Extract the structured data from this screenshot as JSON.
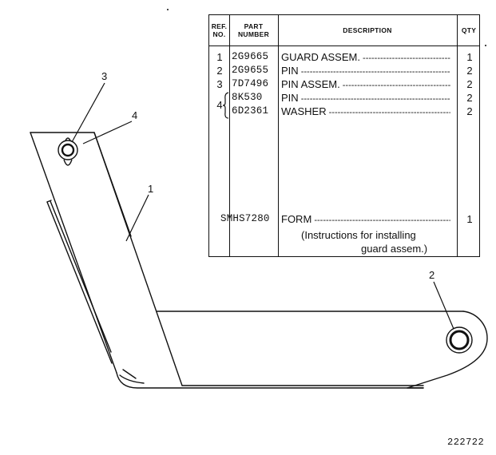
{
  "table": {
    "headers": {
      "ref_line1": "REF.",
      "ref_line2": "NO.",
      "part_line1": "PART",
      "part_line2": "NUMBER",
      "description": "DESCRIPTION",
      "qty": "QTY"
    },
    "rows": [
      {
        "ref": "1",
        "part": "2G9665",
        "description": "GUARD ASSEM.",
        "qty": "1"
      },
      {
        "ref": "2",
        "part": "2G9655",
        "description": "PIN",
        "qty": "2"
      },
      {
        "ref": "3",
        "part": "7D7496",
        "description": "PIN ASSEM.",
        "qty": "2"
      },
      {
        "ref": "4",
        "part": "8K530",
        "description": "PIN",
        "qty": "2"
      },
      {
        "ref": "",
        "part": "6D2361",
        "description": "WASHER",
        "qty": "2"
      }
    ],
    "form_row": {
      "part": "SMHS7280",
      "description": "FORM",
      "qty": "1",
      "note_line1": "(Instructions for installing",
      "note_line2": "guard assem.)"
    }
  },
  "callouts": [
    "1",
    "2",
    "3",
    "4"
  ],
  "figure_number": "222722"
}
